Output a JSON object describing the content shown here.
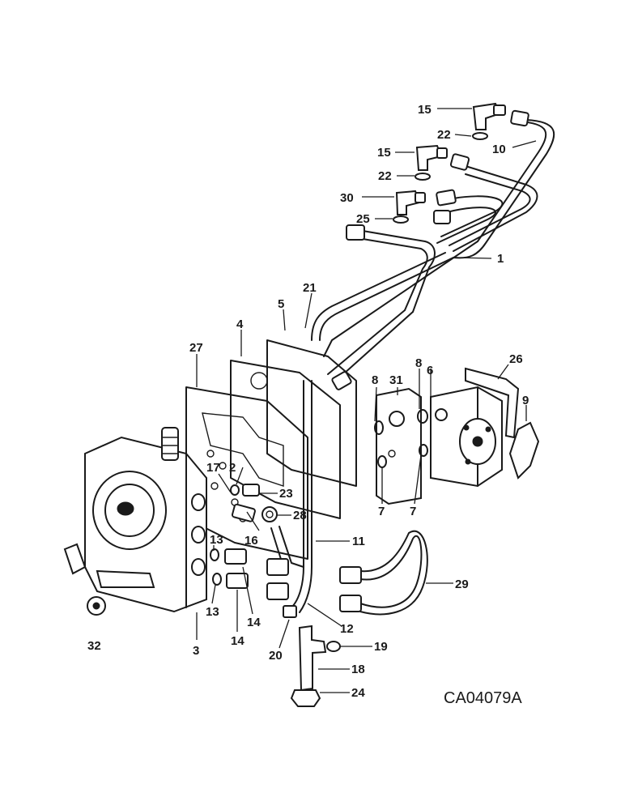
{
  "diagram": {
    "drawing_code": "CA04079A",
    "callouts": {
      "c1": "1",
      "c2": "2",
      "c3": "3",
      "c4": "4",
      "c5": "5",
      "c6": "6",
      "c7a": "7",
      "c7b": "7",
      "c8a": "8",
      "c8b": "8",
      "c9": "9",
      "c10": "10",
      "c11": "11",
      "c12": "12",
      "c13a": "13",
      "c13b": "13",
      "c14a": "14",
      "c14b": "14",
      "c15a": "15",
      "c15b": "15",
      "c16": "16",
      "c17": "17",
      "c18": "18",
      "c19": "19",
      "c20": "20",
      "c21": "21",
      "c22a": "22",
      "c22b": "22",
      "c23": "23",
      "c24": "24",
      "c25": "25",
      "c26": "26",
      "c27": "27",
      "c28": "28",
      "c29": "29",
      "c30": "30",
      "c31": "31",
      "c32": "32"
    }
  }
}
